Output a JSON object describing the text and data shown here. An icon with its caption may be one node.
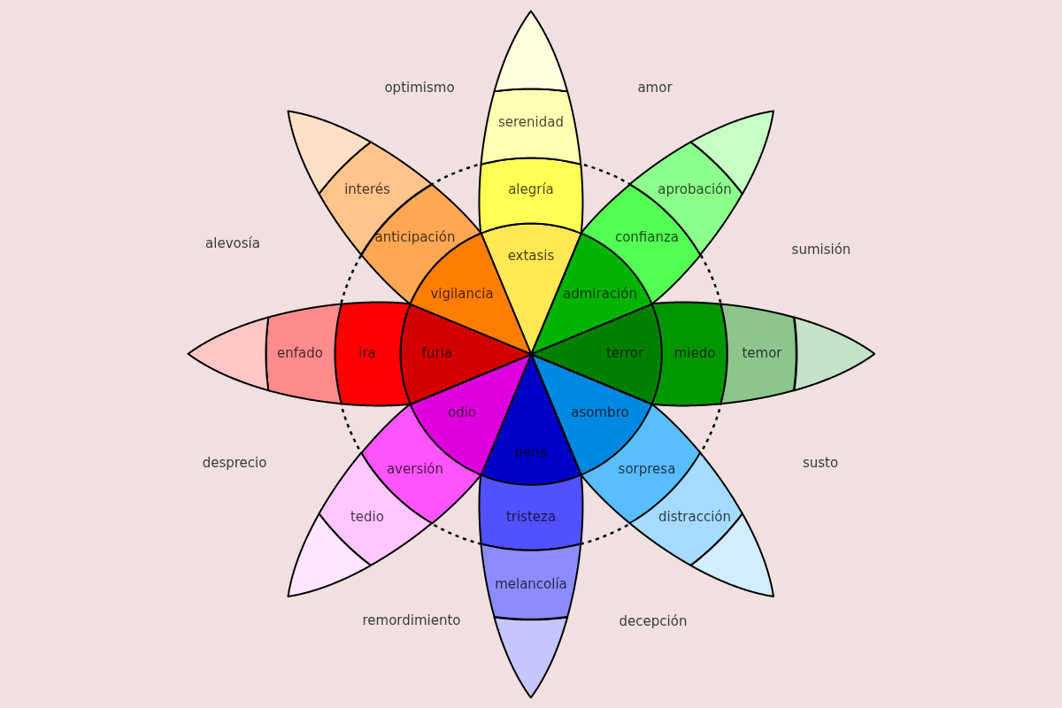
{
  "diagram": {
    "nodes": [
      {
        "text": [
          "extasis"
        ]
      },
      {
        "text": [
          "alegría"
        ]
      },
      {
        "text": [
          "serenidad"
        ]
      },
      {
        "text": [],
        "shape": "petal"
      },
      {
        "text": [
          "admiración"
        ]
      },
      {
        "text": [
          "confianza"
        ]
      },
      {
        "text": [
          "aprobación"
        ]
      },
      {
        "text": [],
        "shape": "petal"
      },
      {
        "text": [
          "terror"
        ]
      },
      {
        "text": [
          "miedo"
        ]
      },
      {
        "text": [
          "temor"
        ]
      },
      {
        "text": [],
        "shape": "petal"
      },
      {
        "text": [
          "asombro"
        ]
      },
      {
        "text": [
          "sorpresa"
        ]
      },
      {
        "text": [
          "distracción"
        ]
      },
      {
        "text": [],
        "shape": "petal"
      },
      {
        "text": [
          "pena"
        ]
      },
      {
        "text": [
          "tristeza"
        ]
      },
      {
        "text": [
          "melancolía"
        ]
      },
      {
        "text": [],
        "shape": "petal"
      },
      {
        "text": [
          "odio"
        ]
      },
      {
        "text": [
          "aversión"
        ]
      },
      {
        "text": [
          "tedio"
        ]
      },
      {
        "text": [],
        "shape": "petal"
      },
      {
        "text": [
          "furia"
        ]
      },
      {
        "text": [
          "ira"
        ]
      },
      {
        "text": [
          "enfado"
        ]
      },
      {
        "text": [],
        "shape": "petal"
      },
      {
        "text": [
          "vigilancia"
        ]
      },
      {
        "text": [
          "anticipación"
        ]
      },
      {
        "text": [
          "interés"
        ]
      },
      {
        "text": [],
        "shape": "petal"
      }
    ],
    "labels": [
      "optimismo",
      "amor",
      "alevosía",
      "sumisión",
      "desprecio",
      "susto",
      "remordimiento",
      "decepción"
    ]
  }
}
